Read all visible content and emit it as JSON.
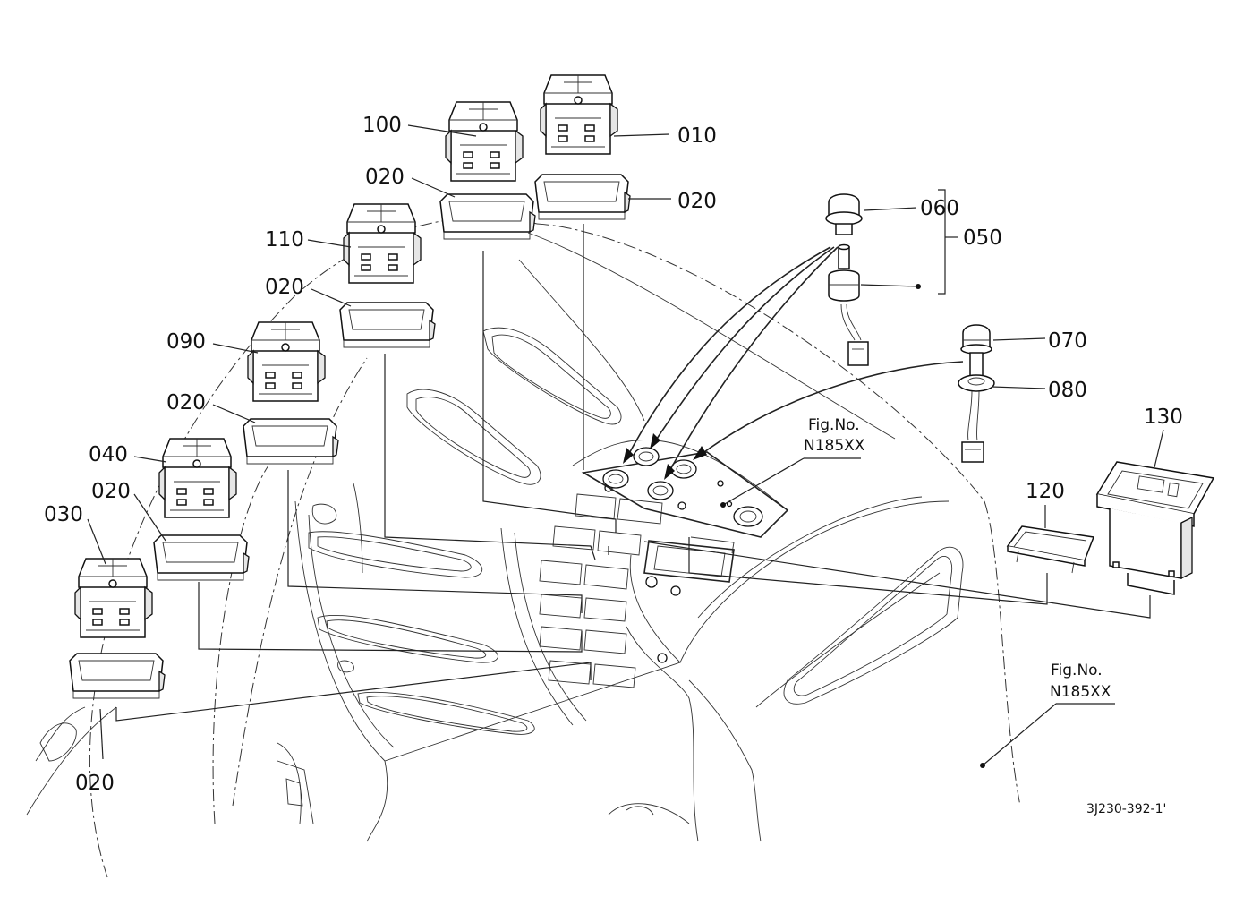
{
  "diagram": {
    "part_labels": {
      "p010": "010",
      "p020a": "020",
      "p020b": "020",
      "p020c": "020",
      "p020d": "020",
      "p020e": "020",
      "p020f": "020",
      "p030": "030",
      "p040": "040",
      "p050": "050",
      "p060": "060",
      "p070": "070",
      "p080": "080",
      "p090": "090",
      "p100": "100",
      "p110": "110",
      "p120": "120",
      "p130": "130"
    },
    "figure_refs": [
      {
        "label": "Fig.No.",
        "number": "N185XX"
      },
      {
        "label": "Fig.No.",
        "number": "N185XX"
      }
    ],
    "drawing_code": "3J230-392-1'"
  }
}
